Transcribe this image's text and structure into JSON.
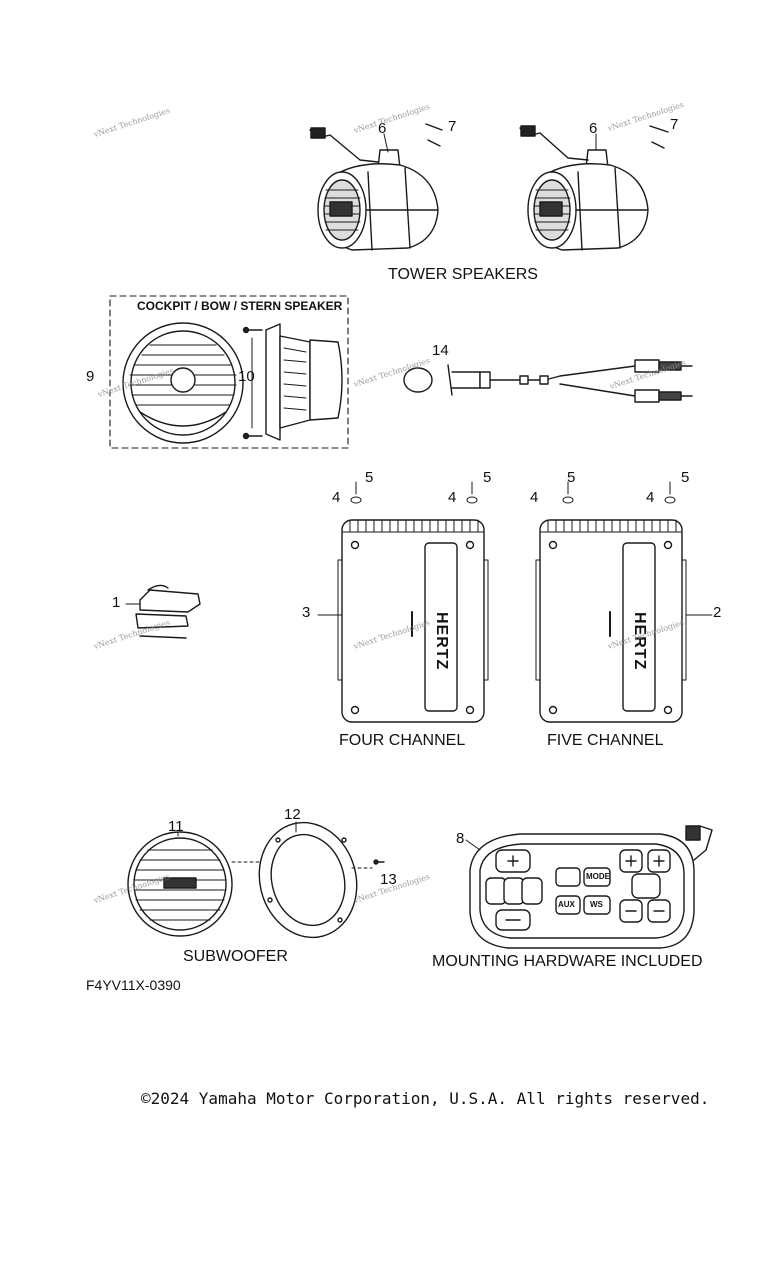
{
  "captions": {
    "tower_speakers": "TOWER SPEAKERS",
    "cockpit_box": "COCKPIT / BOW / STERN SPEAKER",
    "four_channel": "FOUR CHANNEL",
    "five_channel": "FIVE CHANNEL",
    "subwoofer": "SUBWOOFER",
    "mounting": "MOUNTING HARDWARE INCLUDED"
  },
  "part_numbers": {
    "p1": "1",
    "p2": "2",
    "p3": "3",
    "p4a": "4",
    "p4b": "4",
    "p4c": "4",
    "p4d": "4",
    "p5a": "5",
    "p5b": "5",
    "p5c": "5",
    "p5d": "5",
    "p6a": "6",
    "p6b": "6",
    "p7a": "7",
    "p7b": "7",
    "p8": "8",
    "p9": "9",
    "p10": "10",
    "p11": "11",
    "p12": "12",
    "p13": "13",
    "p14": "14"
  },
  "amp_brand": "HERTZ",
  "remote_buttons": {
    "aux": "AUX",
    "mode": "MODE",
    "ws": "WS"
  },
  "diagram_code": "F4YV11X-0390",
  "watermark": "vNext Technologies",
  "copyright": "©2024 Yamaha Motor Corporation, U.S.A. All rights reserved."
}
